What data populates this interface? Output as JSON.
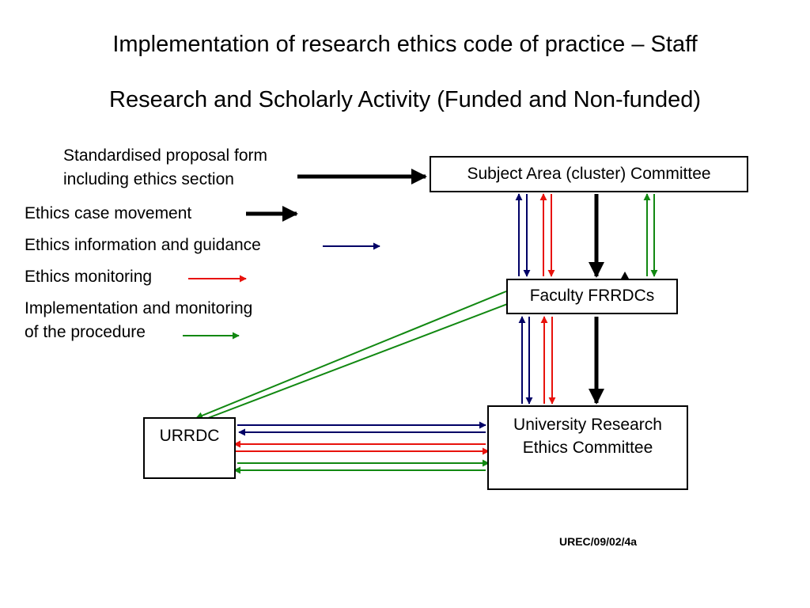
{
  "title": {
    "line1": "Implementation of research ethics code of practice – Staff",
    "line2": "Research and Scholarly Activity (Funded and Non-funded)"
  },
  "input_note": {
    "line1": "Standardised proposal form",
    "line2": "including ethics section"
  },
  "legend": {
    "case_movement": "Ethics case movement",
    "information_guidance": "Ethics information and guidance",
    "monitoring": "Ethics monitoring",
    "implementation_line1": "Implementation and monitoring",
    "implementation_line2": "of the procedure"
  },
  "nodes": {
    "subject_area": "Subject Area (cluster) Committee",
    "faculty": "Faculty FRRDCs",
    "urrdc": "URRDC",
    "urec": "University Research Ethics Committee"
  },
  "reference": "UREC/09/02/4a",
  "colors": {
    "case_movement": "#000000",
    "information_guidance": "#000066",
    "monitoring": "#e8120c",
    "implementation": "#118811"
  }
}
